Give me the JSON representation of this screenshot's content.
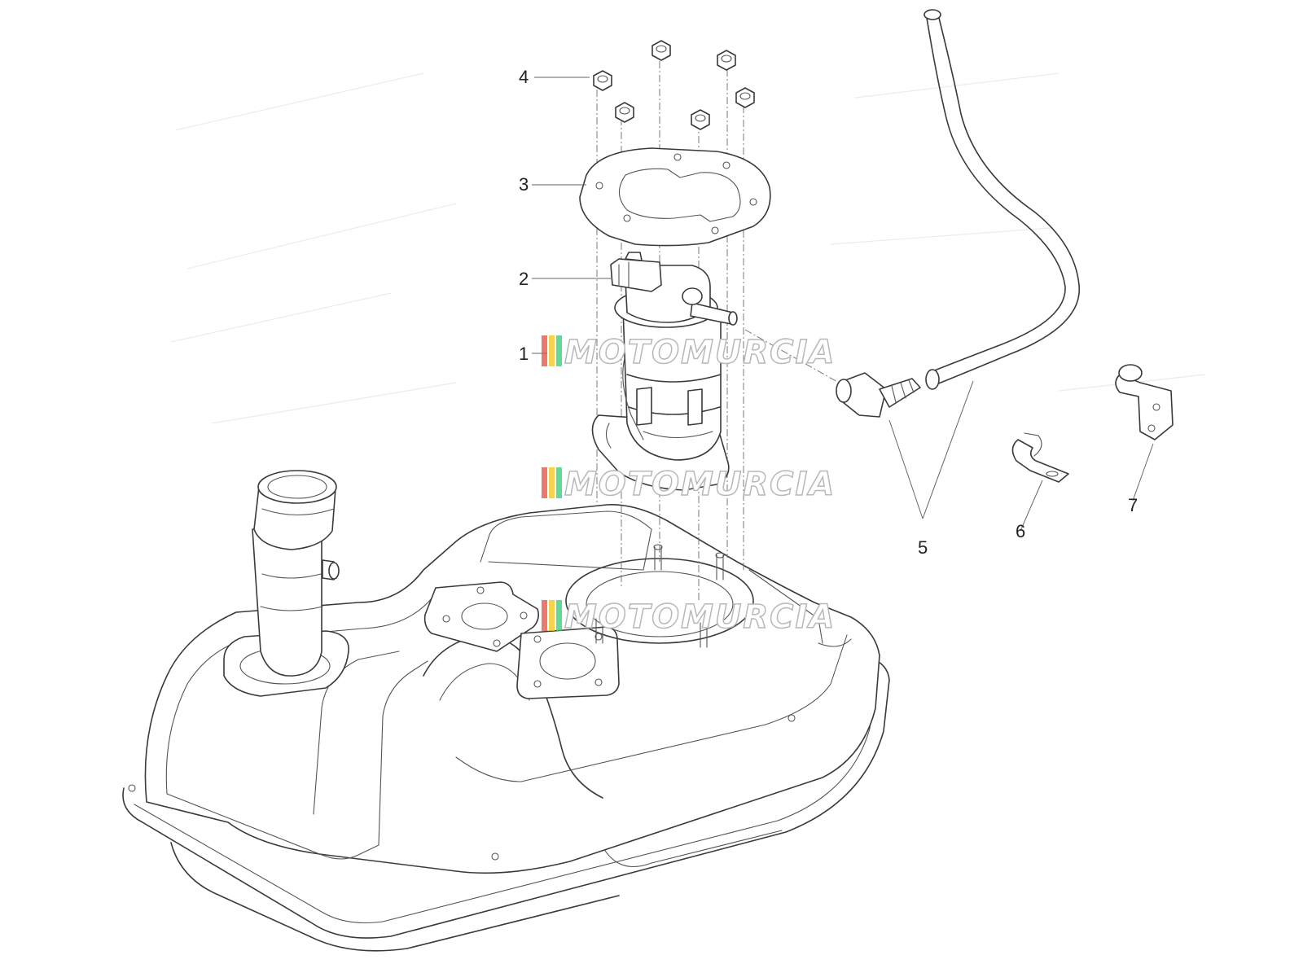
{
  "diagram": {
    "callouts": [
      {
        "id": "1",
        "label": "1"
      },
      {
        "id": "2",
        "label": "2"
      },
      {
        "id": "3",
        "label": "3"
      },
      {
        "id": "4",
        "label": "4"
      },
      {
        "id": "5",
        "label": "5"
      },
      {
        "id": "6",
        "label": "6"
      },
      {
        "id": "7",
        "label": "7"
      }
    ]
  },
  "watermark": {
    "text": "MOTOMURCIA",
    "stripe_colors": [
      "#e74c3c",
      "#f1c40f",
      "#2ecc71"
    ]
  },
  "colors": {
    "line": "#3a3a3a",
    "background": "#ffffff"
  }
}
